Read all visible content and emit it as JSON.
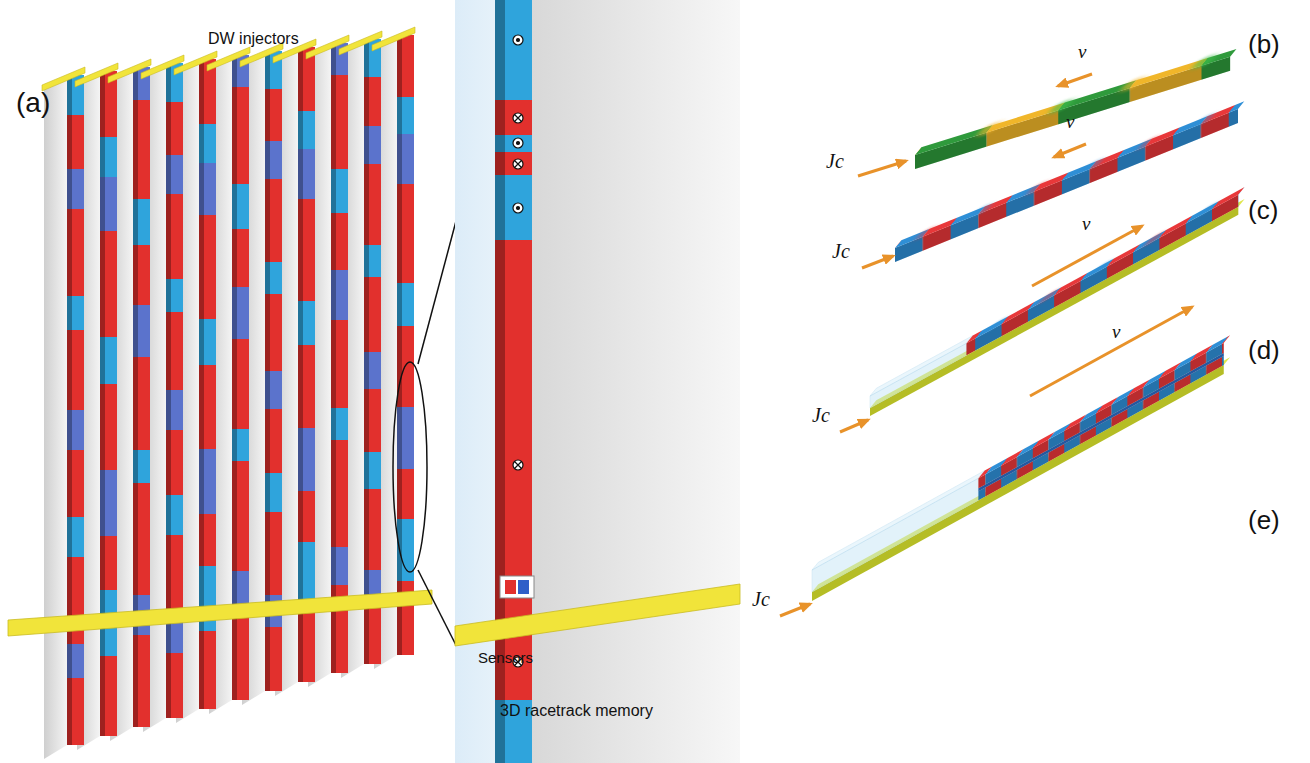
{
  "diagram": {
    "labels": [
      "(a)",
      "DW injectors",
      "Sensors",
      "3D racetrack memory",
      "(b)",
      "v",
      "Jc",
      "(c)",
      "v",
      "Jc",
      "(d)",
      "v",
      "Jc",
      "(e)",
      "v",
      "Jc"
    ]
  }
}
